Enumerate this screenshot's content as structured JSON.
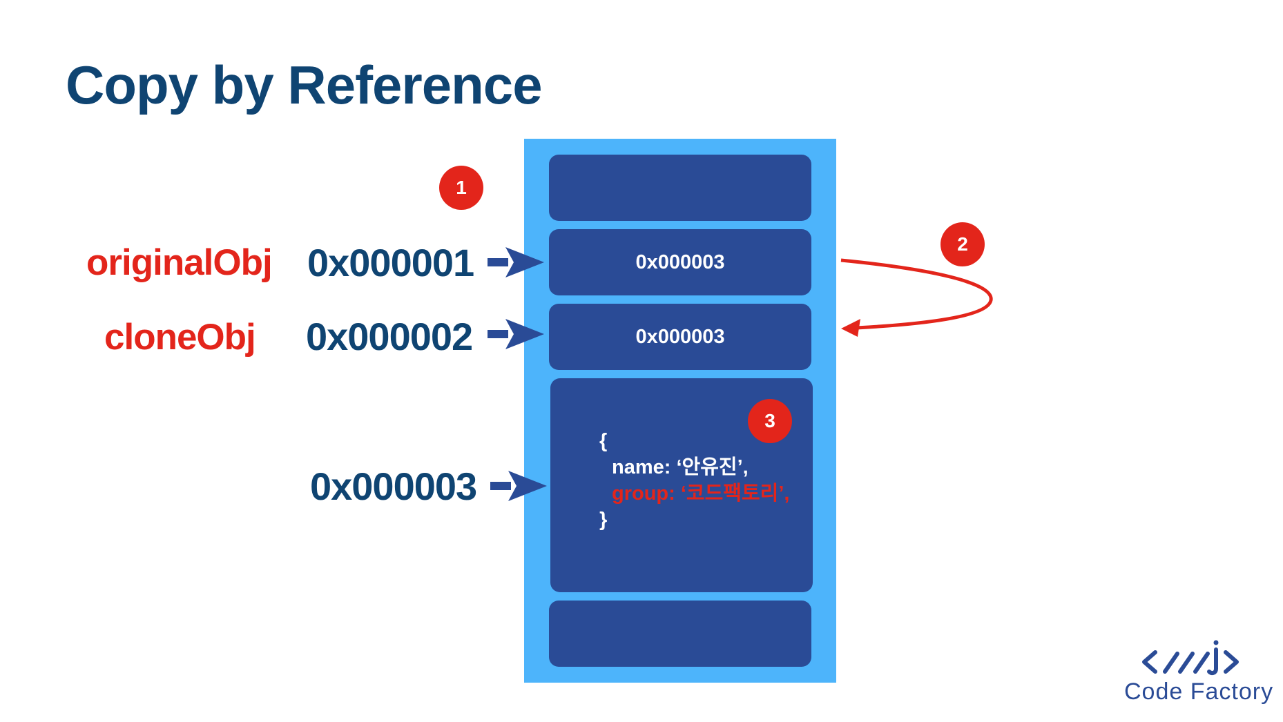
{
  "title": "Copy by Reference",
  "variables": [
    {
      "name": "originalObj",
      "address": "0x000001"
    },
    {
      "name": "cloneObj",
      "address": "0x000002"
    }
  ],
  "heap_address": "0x000003",
  "memory_slots": {
    "slot2_value": "0x000003",
    "slot3_value": "0x000003"
  },
  "object_code": {
    "open": "{",
    "line1": "name: ‘안유진’,",
    "line2": "group: ‘코드팩토리’,",
    "close": "}"
  },
  "badges": [
    "1",
    "2",
    "3"
  ],
  "logo": {
    "glyph": "<///j>",
    "name": "Code Factory"
  },
  "colors": {
    "title": "#0f4472",
    "accent_red": "#e3251b",
    "memory_bg": "#4db4fb",
    "slot": "#2a4b96"
  }
}
